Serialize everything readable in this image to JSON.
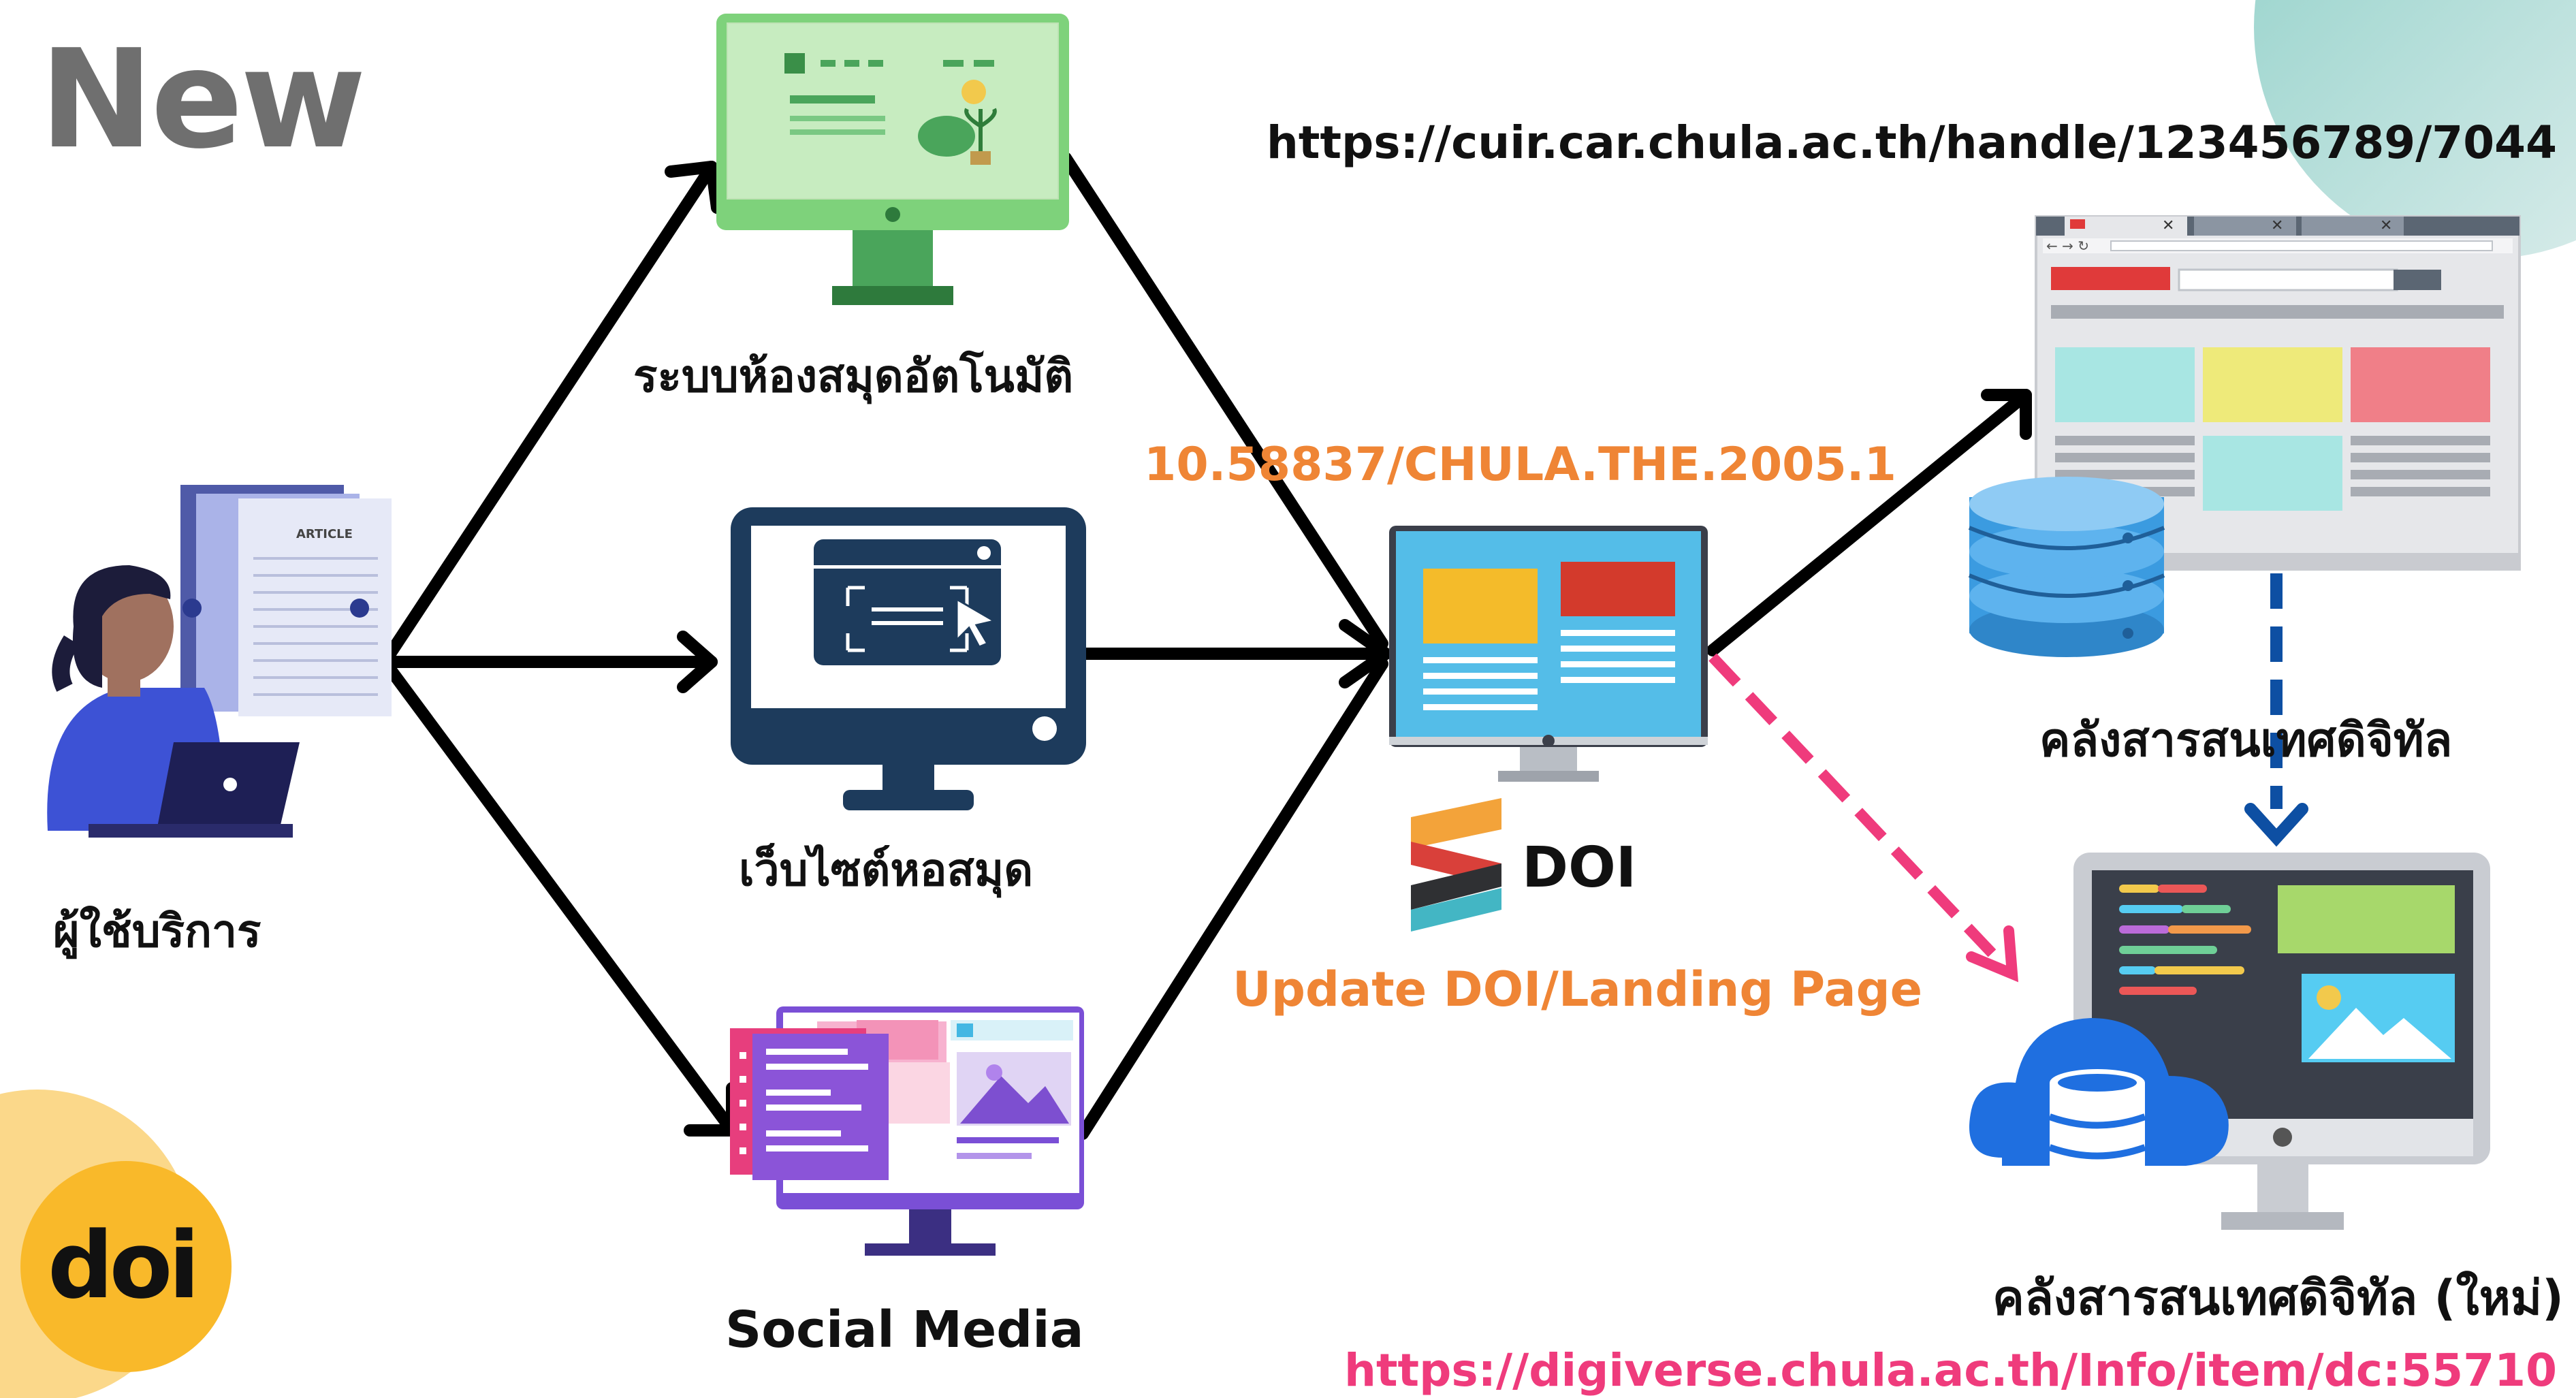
{
  "title": "New",
  "urls": {
    "repository_old": "https://cuir.car.chula.ac.th/handle/123456789/7044",
    "repository_new": "https://digiverse.chula.ac.th/Info/item/dc:55710"
  },
  "nodes": {
    "user": "ผู้ใช้บริการ",
    "library_system": "ระบบห้องสมุดอัตโนมัติ",
    "library_website": "เว็บไซต์หอสมุด",
    "social_media": "Social Media",
    "doi": "DOI",
    "digital_repository": "คลังสารสนเทศดิจิทัล",
    "digital_repository_new": "คลังสารสนเทศดิจิทัล (ใหม่)"
  },
  "doi_prefix": "10.58837/CHULA.THE.2005.1",
  "update_label": "Update DOI/Landing Page",
  "article_label": "ARTICLE",
  "doi_logo": "doi",
  "colors": {
    "arrow": "#000000",
    "dashed_pink": "#ef3b7c",
    "dashed_blue": "#0d4fa3",
    "orange_text": "#ef8535",
    "title_gray": "#6f6f6f",
    "doi_badge": "#f9b92a",
    "teal_corner": "#b7dcd8"
  }
}
